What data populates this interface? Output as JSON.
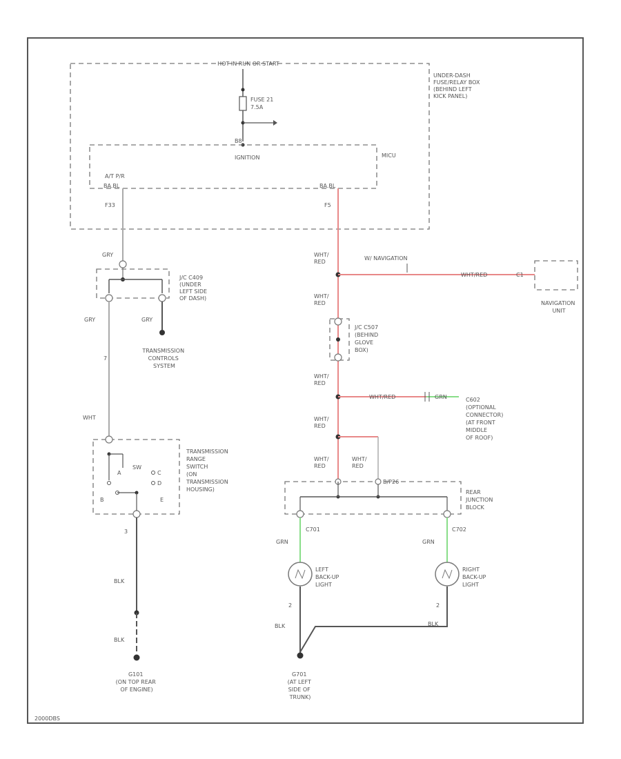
{
  "colors": {
    "frame": "#555555",
    "gray_wire": "#aaaaaa",
    "black_wire": "#555555",
    "red_wire": "#e88888",
    "green_wire": "#88dd88"
  },
  "fuse_box": {
    "header": "HOT IN RUN OR START",
    "fuse_name": "FUSE 21",
    "fuse_rating": "7.5A",
    "pin_top": "B8",
    "desc": [
      "UNDER-DASH",
      "FUSE/RELAY BOX",
      "(BEHIND LEFT",
      "KICK PANEL)"
    ],
    "mcu_label": "MICU",
    "ignition_label": "IGNITION",
    "left_relay_tag": "A/T P/R",
    "left_connector": "BA.BL",
    "right_connector": "BA.BL",
    "left_pin": "F33",
    "right_pin": "F5"
  },
  "left_circuit": {
    "wire_gry_top": "GRY",
    "jc_label": [
      "J/C C409",
      "(UNDER",
      "LEFT SIDE",
      "OF DASH)"
    ],
    "wire_gry_left": "GRY",
    "wire_gry_right": "GRY",
    "tcs_label": [
      "TRANSMISSION",
      "CONTROLS",
      "SYSTEM"
    ],
    "pin_7": "7",
    "wire_wht": "WHT",
    "trs_label": [
      "TRANSMISSION",
      "RANGE",
      "SWITCH",
      "(ON",
      "TRANSMISSION",
      "HOUSING)"
    ],
    "sw_label": "SW",
    "pin_a": "A",
    "pin_b": "B",
    "pin_c": "C",
    "pin_d": "D",
    "pin_e": "E",
    "pin_3": "3",
    "wire_blk_1": "BLK",
    "wire_blk_2": "BLK",
    "ground_label": [
      "G101",
      "(ON TOP REAR",
      "OF ENGINE)"
    ]
  },
  "right_circuit": {
    "wire_1": [
      "WHT/",
      "RED"
    ],
    "nav_note": "W/ NAVIGATION",
    "nav_wire": "WHT/RED",
    "nav_pin": "C1",
    "nav_label": [
      "NAVIGATION",
      "UNIT"
    ],
    "wire_2": [
      "WHT/",
      "RED"
    ],
    "jc_label": [
      "J/C C507",
      "(BEHIND",
      "GLOVE",
      "BOX)"
    ],
    "wire_3": [
      "WHT/",
      "RED"
    ],
    "opt_wire_1": "WHT/RED",
    "opt_wire_2": "GRN",
    "opt_label": [
      "C602",
      "(OPTIONAL",
      "CONNECTOR)",
      "(AT FRONT",
      "MIDDLE",
      "OF ROOF)"
    ],
    "wire_4": [
      "WHT/",
      "RED"
    ],
    "wire_5": [
      "WHT/",
      "RED"
    ],
    "wire_6": [
      "WHT/",
      "RED"
    ],
    "junction_pin": "B/P26",
    "rjb_label": [
      "REAR",
      "JUNCTION",
      "BLOCK"
    ],
    "left_pin": "C701",
    "right_pin": "C702",
    "left_grn": "GRN",
    "right_grn": "GRN",
    "left_lamp": [
      "LEFT",
      "BACK-UP",
      "LIGHT"
    ],
    "right_lamp": [
      "RIGHT",
      "BACK-UP",
      "LIGHT"
    ],
    "left_pin_2": "2",
    "right_pin_2": "2",
    "left_blk": "BLK",
    "right_blk": "BLK",
    "ground_label": [
      "G701",
      "(AT LEFT",
      "SIDE OF",
      "TRUNK)"
    ]
  },
  "footer": {
    "code": "2000DBS"
  }
}
